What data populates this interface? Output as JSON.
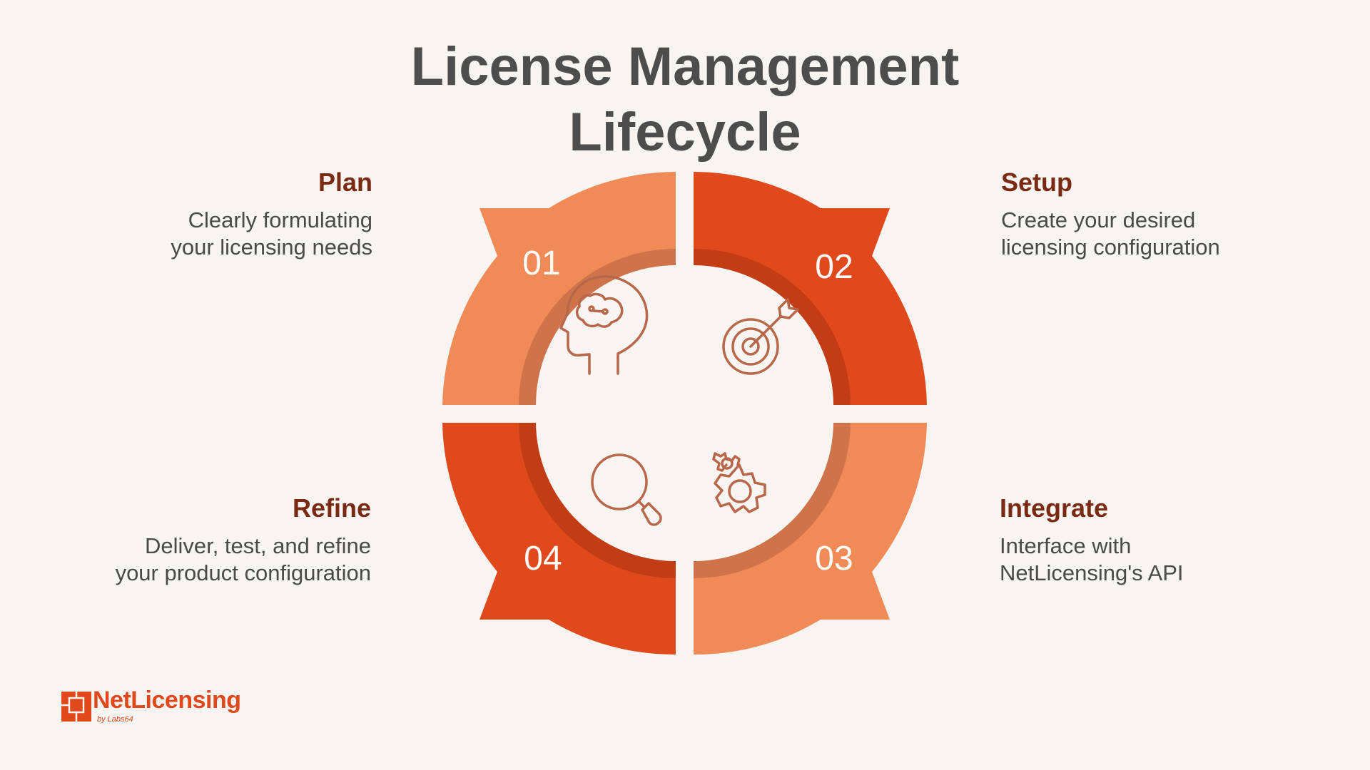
{
  "title": {
    "line1": "License Management",
    "line2": "Lifecycle"
  },
  "steps": {
    "plan": {
      "number": "01",
      "title": "Plan",
      "desc_line1": "Clearly formulating",
      "desc_line2": "your licensing needs",
      "icon": "brain-head-icon",
      "color": "#f08b57"
    },
    "setup": {
      "number": "02",
      "title": "Setup",
      "desc_line1": "Create your desired",
      "desc_line2": "licensing configuration",
      "icon": "target-arrow-icon",
      "color": "#e0491c"
    },
    "integrate": {
      "number": "03",
      "title": "Integrate",
      "desc_line1": "Interface with",
      "desc_line2": "NetLicensing's API",
      "icon": "gears-icon",
      "color": "#f08b57"
    },
    "refine": {
      "number": "04",
      "title": "Refine",
      "desc_line1": "Deliver, test, and refine",
      "desc_line2": "your product configuration",
      "icon": "magnifier-icon",
      "color": "#e0491c"
    }
  },
  "brand": {
    "name": "NetLicensing",
    "subtitle": "by Labs64",
    "color": "#e0491c"
  },
  "colors": {
    "background": "#f7f4f1",
    "title": "#4d4d4d",
    "step_title": "#7a2a12",
    "icon_stroke": "#b8674a"
  }
}
